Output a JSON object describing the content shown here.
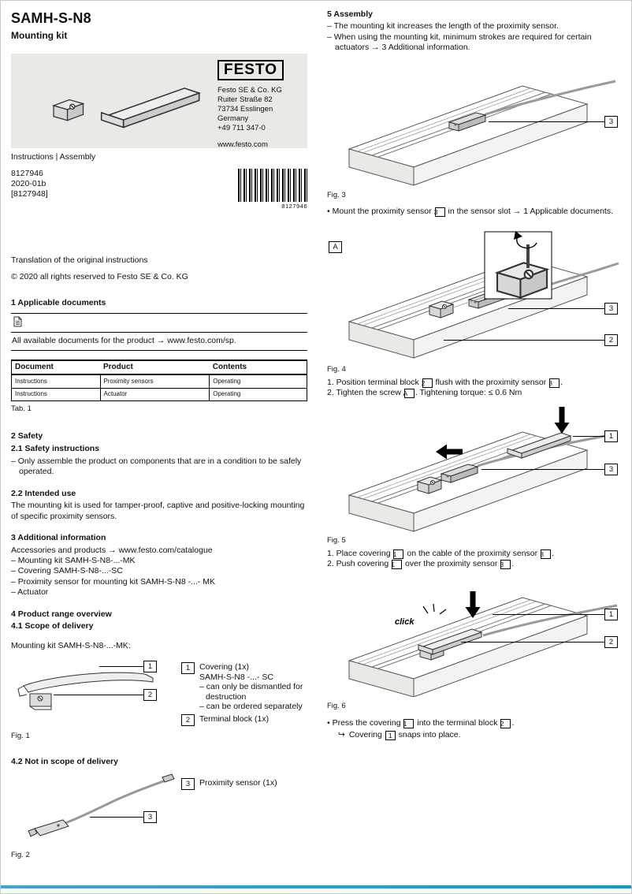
{
  "page": {
    "title": "SAMH-S-N8",
    "subtitle": "Mounting kit",
    "doc_type": "Instructions | Assembly",
    "part_number": "8127946",
    "version": "2020-01b",
    "secondary_number": "[8127948]",
    "barcode_text": "8127946",
    "translation_note": "Translation of the original instructions",
    "copyright": "© 2020 all rights reserved to Festo SE & Co. KG",
    "accent_color": "#0a9bd7"
  },
  "brand": {
    "logo": "FESTO",
    "address_lines": [
      "Festo SE & Co. KG",
      "Ruiter Straße 82",
      "73734 Esslingen",
      "Germany",
      "+49 711 347-0"
    ],
    "website": "www.festo.com"
  },
  "section1": {
    "heading": "1 Applicable documents",
    "note": "All available documents for the product → www.festo.com/sp.",
    "table": {
      "columns": [
        "Document",
        "Product",
        "Contents"
      ],
      "rows": [
        [
          "Instructions",
          "Proximity sensors",
          "Operating"
        ],
        [
          "Instructions",
          "Actuator",
          "Operating"
        ]
      ],
      "caption": "Tab. 1"
    }
  },
  "section2": {
    "heading": "2 Safety",
    "sub1": "2.1 Safety instructions",
    "sub1_item": "– Only assemble the product on components that are in a condition to be safely operated.",
    "sub2": "2.2 Intended use",
    "sub2_text": "The mounting kit is used for tamper-proof, captive and positive-locking mounting of specific proximity sensors."
  },
  "section3": {
    "heading": "3 Additional information",
    "items": [
      "Accessories and products → www.festo.com/catalogue",
      "– Mounting kit SAMH-S-N8-...-MK",
      "– Covering SAMH-S-N8-...-SC",
      "– Proximity sensor for mounting kit SAMH-S-N8 -...- MK",
      "– Actuator"
    ]
  },
  "section4": {
    "heading": "4 Product range overview",
    "sub1": "4.1 Scope of delivery",
    "intro": "Mounting kit SAMH-S-N8-...-MK:",
    "fig1": {
      "caption": "Fig. 1",
      "callout_1": "1",
      "callout_2": "2",
      "legend": [
        {
          "key": "1",
          "lines": [
            "Covering  (1x)",
            "SAMH-S-N8 -...- SC",
            "– can only be dismantled for destruction",
            "– can be ordered separately"
          ]
        },
        {
          "key": "2",
          "lines": [
            "Terminal block  (1x)"
          ]
        }
      ]
    },
    "sub2": "4.2 Not in scope of delivery",
    "fig2": {
      "caption": "Fig. 2",
      "callout_3": "3",
      "legend": [
        {
          "key": "3",
          "lines": [
            "Proximity sensor  (1x)"
          ]
        }
      ]
    }
  },
  "section5": {
    "heading": "5 Assembly",
    "intro": [
      "– The mounting kit increases the length of the proximity sensor.",
      "– When using the mounting kit, minimum strokes are required for certain actuators → 3 Additional information."
    ],
    "fig3": {
      "caption": "Fig. 3",
      "callout_3": "3"
    },
    "after_fig3": "• Mount the proximity sensor [3] in the sensor slot → 1 Applicable documents.",
    "fig4": {
      "caption": "Fig. 4",
      "callout_a": "A",
      "callout_3": "3",
      "callout_2": "2"
    },
    "after_fig4": [
      "1. Position terminal block [2] flush with the proximity sensor [3].",
      "2. Tighten the screw [A]. Tightening torque: ≤ 0.6 Nm"
    ],
    "fig5": {
      "caption": "Fig. 5",
      "callout_1": "1",
      "callout_3": "3"
    },
    "after_fig5": [
      "1. Place covering [1] on the cable of the proximity sensor [3].",
      "2. Push covering [1] over the proximity sensor [3]."
    ],
    "fig6": {
      "caption": "Fig. 6",
      "callout_1": "1",
      "callout_2": "2",
      "click_label": "click"
    },
    "after_fig6": "• Press the covering [1] into the terminal block [2].",
    "result": {
      "symbol": "↪",
      "text": "Covering [1] snaps into place."
    }
  }
}
